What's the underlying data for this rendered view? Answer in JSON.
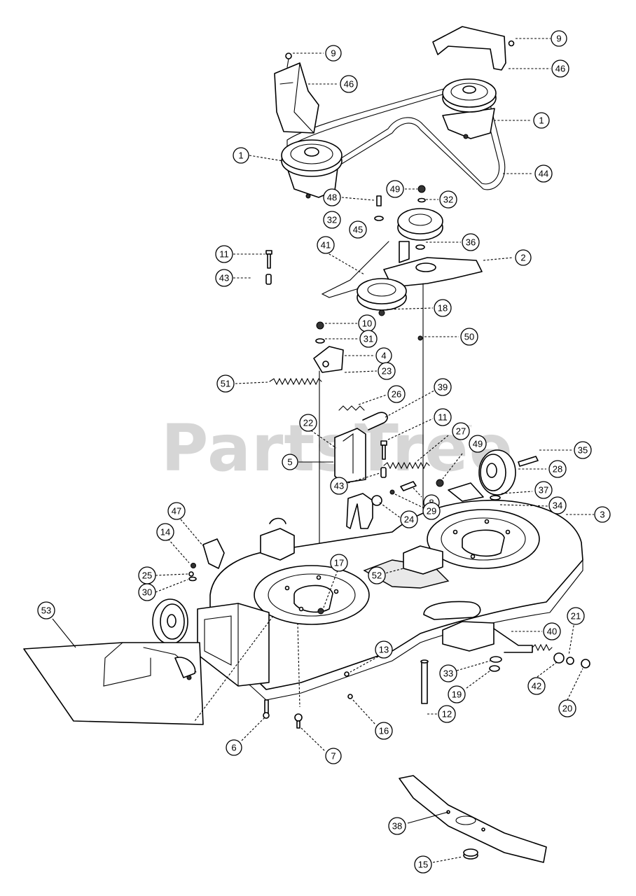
{
  "watermark": {
    "text": "PartsTree",
    "trademark": "™"
  },
  "callouts": [
    {
      "id": "c-9a",
      "label": "9"
    },
    {
      "id": "c-9b",
      "label": "9"
    },
    {
      "id": "c-46a",
      "label": "46"
    },
    {
      "id": "c-46b",
      "label": "46"
    },
    {
      "id": "c-1a",
      "label": "1"
    },
    {
      "id": "c-1b",
      "label": "1"
    },
    {
      "id": "c-44",
      "label": "44"
    },
    {
      "id": "c-48",
      "label": "48"
    },
    {
      "id": "c-49a",
      "label": "49"
    },
    {
      "id": "c-32a",
      "label": "32"
    },
    {
      "id": "c-32b",
      "label": "32"
    },
    {
      "id": "c-45",
      "label": "45"
    },
    {
      "id": "c-36",
      "label": "36"
    },
    {
      "id": "c-11a",
      "label": "11"
    },
    {
      "id": "c-41",
      "label": "41"
    },
    {
      "id": "c-2",
      "label": "2"
    },
    {
      "id": "c-43a",
      "label": "43"
    },
    {
      "id": "c-18",
      "label": "18"
    },
    {
      "id": "c-10",
      "label": "10"
    },
    {
      "id": "c-50",
      "label": "50"
    },
    {
      "id": "c-31",
      "label": "31"
    },
    {
      "id": "c-4",
      "label": "4"
    },
    {
      "id": "c-23",
      "label": "23"
    },
    {
      "id": "c-51",
      "label": "51"
    },
    {
      "id": "c-26",
      "label": "26"
    },
    {
      "id": "c-39",
      "label": "39"
    },
    {
      "id": "c-22",
      "label": "22"
    },
    {
      "id": "c-11b",
      "label": "11"
    },
    {
      "id": "c-27",
      "label": "27"
    },
    {
      "id": "c-35",
      "label": "35"
    },
    {
      "id": "c-5",
      "label": "5"
    },
    {
      "id": "c-49b",
      "label": "49"
    },
    {
      "id": "c-28",
      "label": "28"
    },
    {
      "id": "c-43b",
      "label": "43"
    },
    {
      "id": "c-37",
      "label": "37"
    },
    {
      "id": "c-8",
      "label": "8"
    },
    {
      "id": "c-29",
      "label": "29"
    },
    {
      "id": "c-34",
      "label": "34"
    },
    {
      "id": "c-3",
      "label": "3"
    },
    {
      "id": "c-47",
      "label": "47"
    },
    {
      "id": "c-24",
      "label": "24"
    },
    {
      "id": "c-14",
      "label": "14"
    },
    {
      "id": "c-25",
      "label": "25"
    },
    {
      "id": "c-17",
      "label": "17"
    },
    {
      "id": "c-52",
      "label": "52"
    },
    {
      "id": "c-30",
      "label": "30"
    },
    {
      "id": "c-53",
      "label": "53"
    },
    {
      "id": "c-21",
      "label": "21"
    },
    {
      "id": "c-40",
      "label": "40"
    },
    {
      "id": "c-13",
      "label": "13"
    },
    {
      "id": "c-33",
      "label": "33"
    },
    {
      "id": "c-42",
      "label": "42"
    },
    {
      "id": "c-19",
      "label": "19"
    },
    {
      "id": "c-20",
      "label": "20"
    },
    {
      "id": "c-12",
      "label": "12"
    },
    {
      "id": "c-16",
      "label": "16"
    },
    {
      "id": "c-6",
      "label": "6"
    },
    {
      "id": "c-7",
      "label": "7"
    },
    {
      "id": "c-38",
      "label": "38"
    },
    {
      "id": "c-15",
      "label": "15"
    }
  ]
}
